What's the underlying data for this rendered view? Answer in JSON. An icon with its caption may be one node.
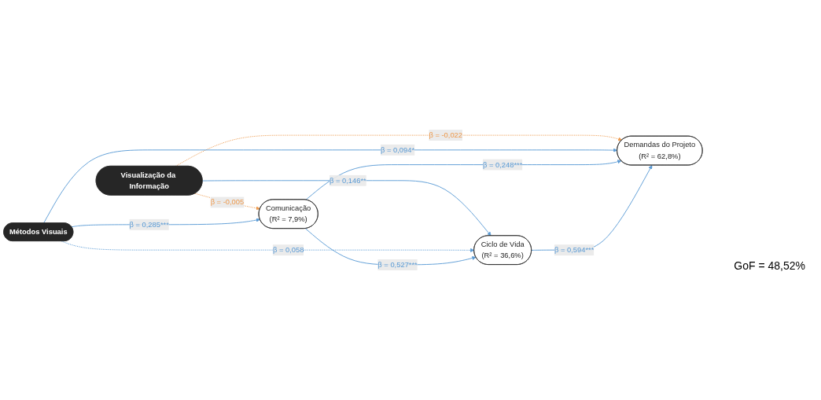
{
  "diagram": {
    "nodes": [
      {
        "text": [
          "Visualização da Informação"
        ]
      },
      {
        "text": [
          "Métodos Visuais"
        ]
      },
      {
        "text": [
          "Demandas do Projeto",
          "(R² = 62,8%)"
        ]
      },
      {
        "text": [
          "Comunicação",
          "(R² = 7,9%)"
        ]
      },
      {
        "text": [
          "Ciclo de Vida",
          "(R² = 36,6%)"
        ]
      }
    ],
    "edges": [
      {
        "from": 0,
        "to": 2,
        "arrow": "to",
        "label": "β = -0,022",
        "style": "dashed",
        "color": "#ed9a4e"
      },
      {
        "from": 0,
        "to": 3,
        "arrow": "to",
        "label": "β = -0,005",
        "style": "dashed",
        "color": "#ed9a4e"
      },
      {
        "from": 0,
        "to": 4,
        "arrow": "to",
        "label": "β = 0,146**"
      },
      {
        "from": 1,
        "to": 2,
        "arrow": "to",
        "label": "β = 0,094*"
      },
      {
        "from": 1,
        "to": 4,
        "arrow": "to",
        "label": "β = 0,058",
        "style": "dashed"
      },
      {
        "from": 1,
        "to": 3,
        "arrow": "to",
        "label": "β = 0,285***"
      },
      {
        "from": 3,
        "to": 2,
        "arrow": "to",
        "label": "β = 0,248***"
      },
      {
        "from": 3,
        "to": 4,
        "arrow": "to",
        "label": "β = 0,527***"
      },
      {
        "from": 4,
        "to": 2,
        "arrow": "to",
        "label": "β = 0,594***"
      }
    ],
    "labels": [
      "GoF = 48,52%"
    ]
  }
}
